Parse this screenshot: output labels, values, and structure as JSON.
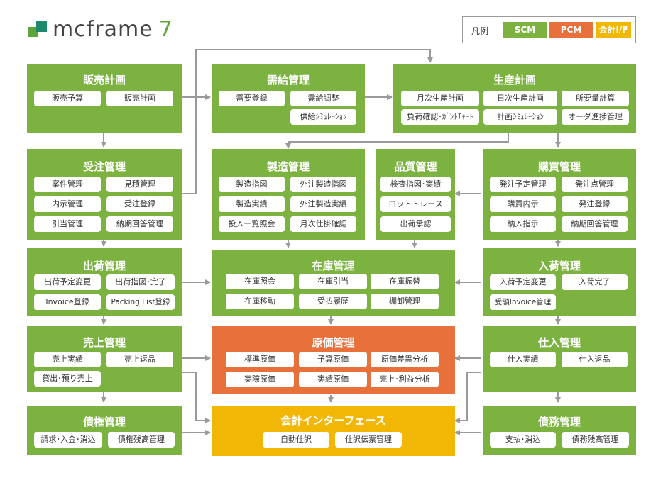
{
  "logo": {
    "text": "mcframe",
    "version": "7"
  },
  "legend": {
    "label": "凡例",
    "items": [
      "SCM",
      "PCM",
      "会計I/F"
    ]
  },
  "colors": {
    "scm": "#7cb340",
    "pcm": "#e8713b",
    "accounting": "#f2b705",
    "arrow": "#9a9a9a"
  },
  "modules": [
    {
      "id": "sales-plan",
      "title": "販売計画",
      "items": [
        "販売予算",
        "販売計画"
      ]
    },
    {
      "id": "supply-demand",
      "title": "需給管理",
      "items": [
        "需要登録",
        "需給調整",
        "供給ｼﾐｭﾚｰｼｮﾝ"
      ]
    },
    {
      "id": "production-plan",
      "title": "生産計画",
      "items": [
        "月次生産計画",
        "日次生産計画",
        "所要量計算",
        "負荷確認･ｶﾞﾝﾄﾁｬｰﾄ",
        "計画ｼﾐｭﾚｰｼｮﾝ",
        "オーダ進捗管理"
      ]
    },
    {
      "id": "order-mgmt",
      "title": "受注管理",
      "items": [
        "案件管理",
        "見積管理",
        "内示管理",
        "受注登録",
        "引当管理",
        "納期回答管理"
      ]
    },
    {
      "id": "manufacturing",
      "title": "製造管理",
      "items": [
        "製造指図",
        "外注製造指図",
        "製造実績",
        "外注製造実績",
        "投入一覧照会",
        "月次仕掛確認"
      ]
    },
    {
      "id": "quality",
      "title": "品質管理",
      "items": [
        "検査指図･実績",
        "ロットトレース",
        "出荷承認"
      ]
    },
    {
      "id": "purchasing",
      "title": "購買管理",
      "items": [
        "発注予定管理",
        "発注点管理",
        "購買内示",
        "発注登録",
        "納入指示",
        "納期回答管理"
      ]
    },
    {
      "id": "shipping",
      "title": "出荷管理",
      "items": [
        "出荷予定変更",
        "出荷指図･完了",
        "Invoice登録",
        "Packing List登録"
      ]
    },
    {
      "id": "inventory",
      "title": "在庫管理",
      "items": [
        "在庫照会",
        "在庫引当",
        "在庫振替",
        "在庫移動",
        "受払履歴",
        "棚卸管理"
      ]
    },
    {
      "id": "receiving",
      "title": "入荷管理",
      "items": [
        "入荷予定変更",
        "入荷完了",
        "受領Invoice管理"
      ]
    },
    {
      "id": "sales-results",
      "title": "売上管理",
      "items": [
        "売上実績",
        "売上返品",
        "貸出･預り売上"
      ]
    },
    {
      "id": "costing",
      "title": "原価管理",
      "items": [
        "標準原価",
        "予算原価",
        "原価差異分析",
        "実際原価",
        "実績原価",
        "売上･利益分析"
      ]
    },
    {
      "id": "stocking",
      "title": "仕入管理",
      "items": [
        "仕入実績",
        "仕入返品"
      ]
    },
    {
      "id": "receivables",
      "title": "債権管理",
      "items": [
        "請求･入金･消込",
        "債権残高管理"
      ]
    },
    {
      "id": "accounting-if",
      "title": "会計インターフェース",
      "items": [
        "自動仕訳",
        "仕訳伝票管理"
      ]
    },
    {
      "id": "payables",
      "title": "債務管理",
      "items": [
        "支払･消込",
        "債務残高管理"
      ]
    }
  ]
}
